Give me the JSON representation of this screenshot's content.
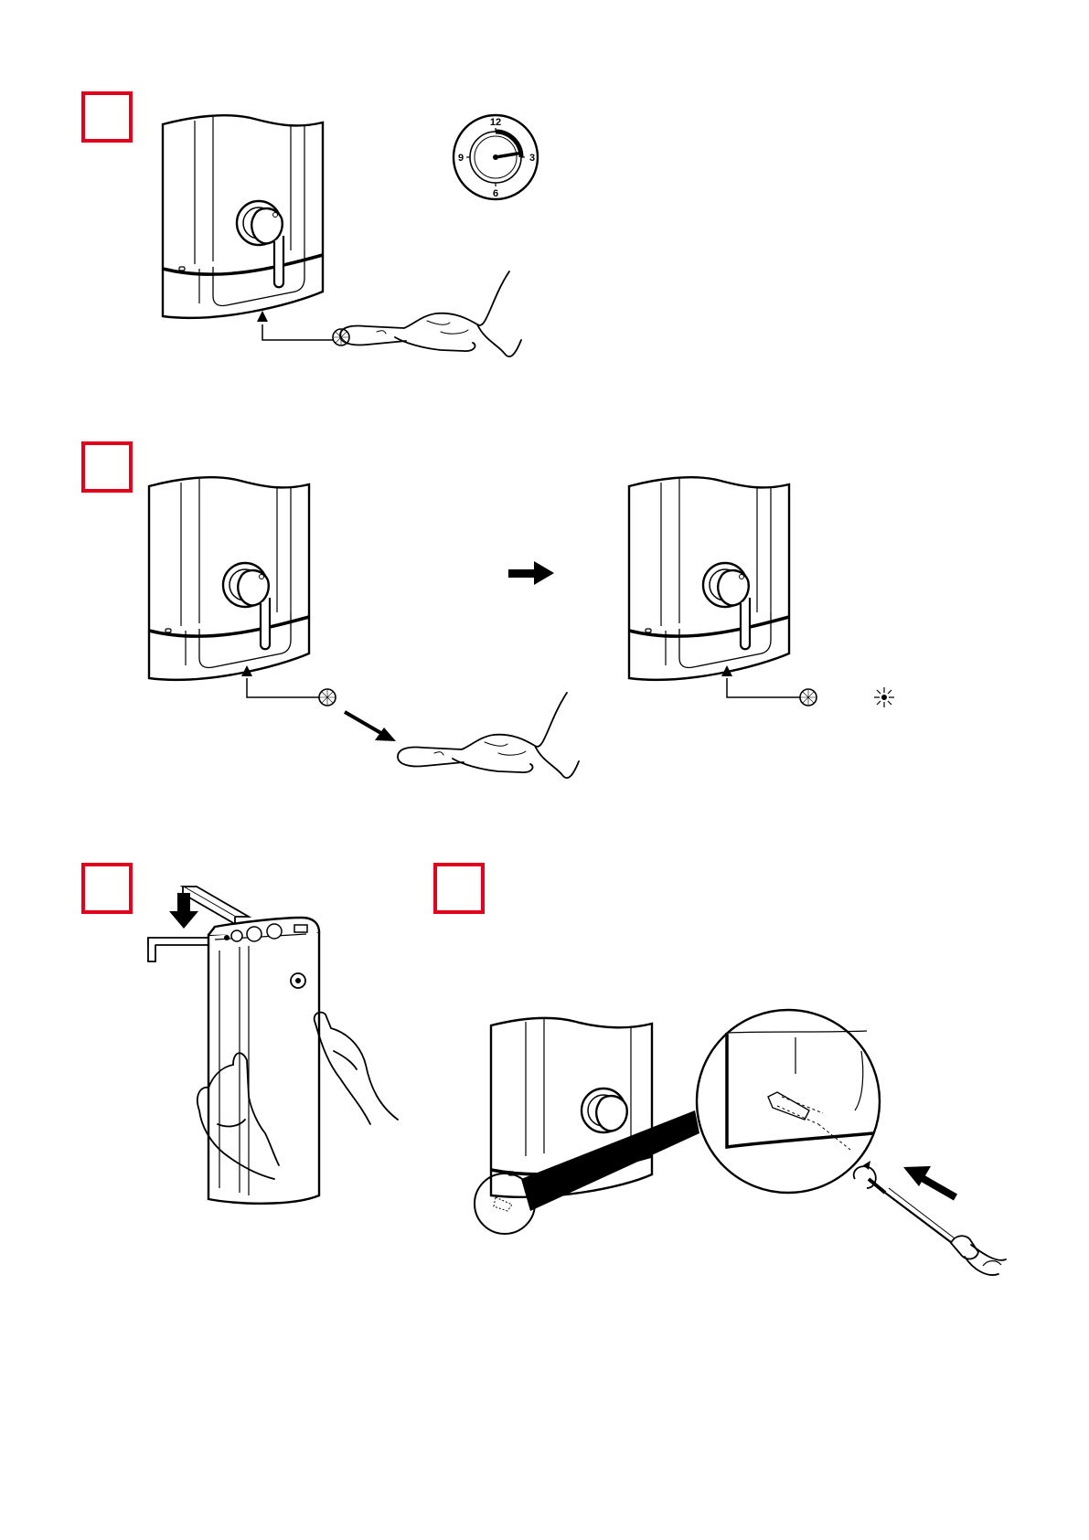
{
  "colors": {
    "step_box": "#e3001b",
    "line": "#000000",
    "background": "#ffffff"
  },
  "timer_dial": {
    "labels": {
      "top": "12",
      "right": "3",
      "bottom": "6",
      "left": "9"
    }
  },
  "icons": {
    "step1": [
      "shower-unit-icon",
      "timer-dial-icon",
      "hand-icon",
      "reset-button-icon",
      "arrow-up-icon"
    ],
    "step2": [
      "shower-unit-icon",
      "reset-button-icon",
      "hand-icon",
      "arrow-right-icon",
      "indicator-light-icon"
    ],
    "step3": [
      "wall-bracket-icon",
      "shower-unit-icon",
      "hands-icon",
      "arrow-down-icon"
    ],
    "step4": [
      "shower-unit-icon",
      "magnifier-circle-icon",
      "screwdriver-icon",
      "screw-icon",
      "arrow-left-icon"
    ]
  }
}
